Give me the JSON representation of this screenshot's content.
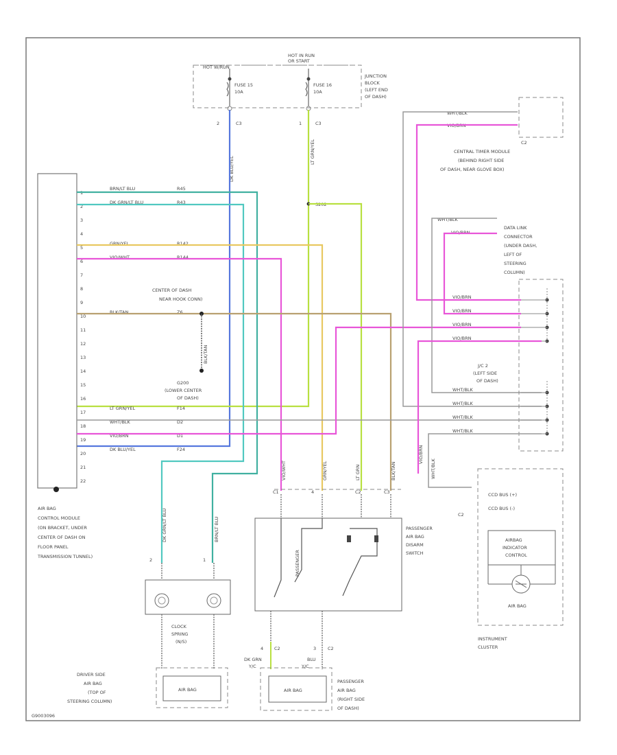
{
  "junction_block": {
    "feed_left": "HOT W/RUN",
    "feed_top": "HOT IN RUN",
    "feed_top2": "OR START",
    "fuse_left": "FUSE 15",
    "fuse_left_amp": "10A",
    "fuse_right": "FUSE 16",
    "fuse_right_amp": "10A",
    "label": [
      "JUNCTION",
      "BLOCK",
      "(LEFT END",
      "OF DASH)"
    ],
    "pin_left": "2",
    "pin_right": "1",
    "conn_left": "C3",
    "conn_right": "C3",
    "wire_left": "DK BLU/YEL",
    "wire_right": "LT GRN/YEL",
    "splice": "S202"
  },
  "central_timer": {
    "conn": "C2",
    "wire1": "WHT/BLK",
    "wire2": "VIO/BRN",
    "label": [
      "CENTRAL TIMER MODULE",
      "(BEHIND RIGHT SIDE",
      "OF DASH, NEAR GLOVE BOX)"
    ]
  },
  "data_link": {
    "wire1": "WHT/BLK",
    "wire2": "VIO/BRN",
    "label": [
      "DATA LINK",
      "CONNECTOR",
      "(UNDER DASH,",
      "LEFT OF",
      "STEERING",
      "COLUMN)"
    ]
  },
  "jc2": {
    "label": [
      "J/C 2",
      "(LEFT SIDE",
      "OF DASH)"
    ],
    "wires_top": [
      "VIO/BRN",
      "VIO/BRN",
      "VIO/BRN",
      "VIO/BRN"
    ],
    "wires_bottom": [
      "WHT/BLK",
      "WHT/BLK",
      "WHT/BLK",
      "WHT/BLK"
    ]
  },
  "acm": {
    "pins": [
      "1",
      "2",
      "3",
      "4",
      "5",
      "6",
      "7",
      "8",
      "9",
      "10",
      "11",
      "12",
      "13",
      "14",
      "15",
      "16",
      "17",
      "18",
      "19",
      "20",
      "21",
      "22"
    ],
    "wire_rows": [
      {
        "pin": "1",
        "color": "BRN/LT BLU",
        "circuit": "R45"
      },
      {
        "pin": "2",
        "color": "DK GRN/LT BLU",
        "circuit": "R43"
      },
      {
        "pin": "5",
        "color": "GRN/YEL",
        "circuit": "R142"
      },
      {
        "pin": "6",
        "color": "VIO/WHT",
        "circuit": "R144"
      },
      {
        "pin": "10",
        "color": "BLK/TAN",
        "circuit": "Z6"
      },
      {
        "pin": "17",
        "color": "LT GRN/YEL",
        "circuit": "F14"
      },
      {
        "pin": "18",
        "color": "WHT/BLK",
        "circuit": "D2"
      },
      {
        "pin": "19",
        "color": "VIO/BRN",
        "circuit": "D1"
      },
      {
        "pin": "20",
        "color": "DK BLU/YEL",
        "circuit": "F24"
      }
    ],
    "label": [
      "AIR BAG",
      "CONTROL MODULE",
      "(ON BRACKET, UNDER",
      "CENTER OF DASH ON",
      "FLOOR PANEL",
      "TRANSMISSION TUNNEL)"
    ]
  },
  "ground": {
    "top_label": [
      "CENTER OF DASH",
      "NEAR HOOK CONN)"
    ],
    "bottom_label": [
      "G200",
      "(LOWER CENTER",
      "OF DASH)"
    ],
    "wire": "BLK/TAN"
  },
  "clockspring": {
    "pins": [
      "2",
      "1"
    ],
    "wires": [
      "DK GRN/LT BLU",
      "BRN/LT BLU"
    ],
    "label": [
      "CLOCK",
      "SPRING",
      "(N/S)"
    ]
  },
  "driver_airbag": {
    "label": [
      "DRIVER SIDE",
      "AIR BAG",
      "(TOP OF",
      "STEERING COLUMN)"
    ],
    "squib": "AIR BAG"
  },
  "switch": {
    "label": [
      "PASSENGER",
      "AIR BAG",
      "DISARM",
      "SWITCH"
    ],
    "pin_labels": [
      "VIO/WHT",
      "GRN/YEL",
      "LT GRN",
      "BLK/TAN"
    ],
    "pin_nums": [
      "C1",
      "4",
      "C2",
      "C3"
    ],
    "internal": "PASSENGER"
  },
  "pass_airbag": {
    "label": [
      "PASSENGER",
      "AIR BAG",
      "(RIGHT SIDE",
      "OF DASH)"
    ],
    "wires": [
      "DK GRN",
      "BLU"
    ],
    "wire_circuits": [
      "Y/C",
      "Y/C"
    ],
    "pins": [
      "4",
      "3"
    ],
    "conns": [
      "C2",
      "C2"
    ],
    "squib": "AIR BAG"
  },
  "cluster": {
    "conn": "C2",
    "lines": [
      "CCD BUS (+)",
      "CCD BUS (-)"
    ],
    "box": [
      "AIRBAG",
      "INDICATOR",
      "CONTROL"
    ],
    "lamp": "AIR BAG",
    "label": [
      "INSTRUMENT",
      "CLUSTER"
    ],
    "wire": "WHT/BLK"
  },
  "footer": "G9003096",
  "colors": {
    "blue": "#5577dd",
    "lime": "#b8e040",
    "pink": "#e855d8",
    "yellow": "#e8c860",
    "teal": "#40b0a0",
    "cyan": "#50c8c0",
    "tan": "#b8a070",
    "gray": "#999999",
    "green": "#88d040"
  }
}
